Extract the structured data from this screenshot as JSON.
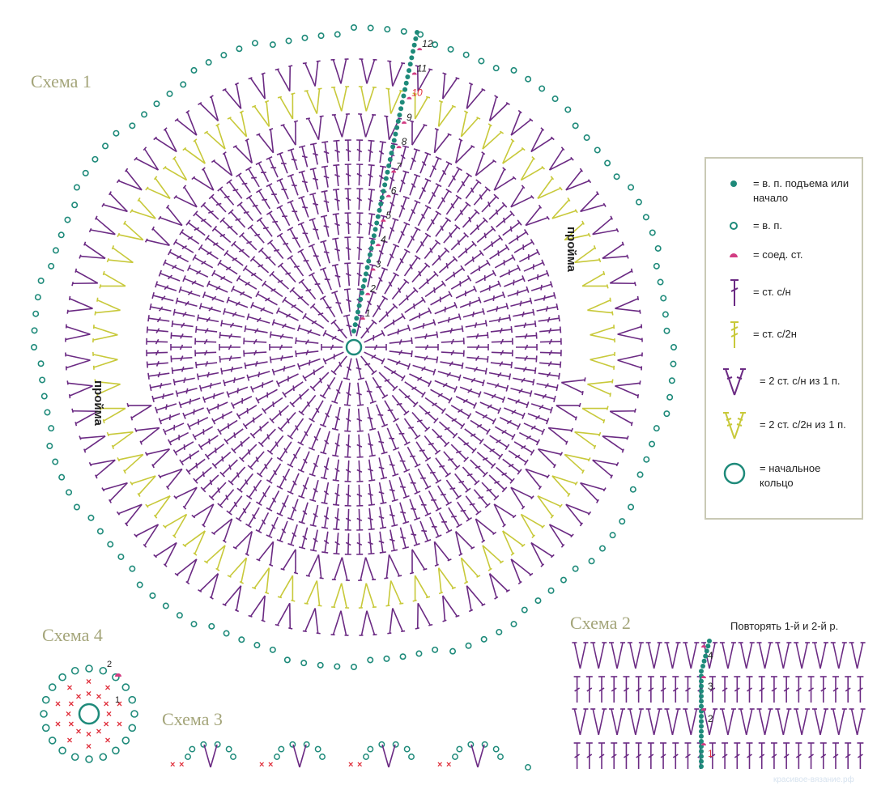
{
  "titles": {
    "scheme1": "Схема 1",
    "scheme2": "Схема 2",
    "scheme3": "Схема 3",
    "scheme4": "Схема 4"
  },
  "armhole_label": "пройма",
  "repeat_note": "Повторять 1-й и 2-й р.",
  "watermark": "красивое-вязание.рф",
  "row_numbers_scheme1": [
    "1",
    "2",
    "3",
    "4",
    "5",
    "6",
    "7",
    "8",
    "9",
    "10",
    "11",
    "12"
  ],
  "row_numbers_scheme2": [
    "1",
    "2",
    "3",
    "4"
  ],
  "row_numbers_scheme4": [
    "1",
    "2"
  ],
  "legend": [
    {
      "symbol": "ch-lift",
      "text": "= в. п. подъема или начало"
    },
    {
      "symbol": "ch",
      "text": "= в. п."
    },
    {
      "symbol": "slip",
      "text": "= соед. ст."
    },
    {
      "symbol": "dc",
      "text": "= ст. с/н"
    },
    {
      "symbol": "tr",
      "text": "= ст. с/2н"
    },
    {
      "symbol": "v-dc",
      "text": "= 2 ст. с/н из 1 п."
    },
    {
      "symbol": "v-tr",
      "text": "= 2 ст. с/2н из 1 п."
    },
    {
      "symbol": "ring",
      "text": "= начальное кольцо"
    }
  ],
  "colors": {
    "purple": "#6b2a83",
    "yellow": "#c8c93a",
    "teal": "#1e8a7a",
    "pink": "#d23c82",
    "red": "#e0303c",
    "title": "#a4a57a"
  }
}
